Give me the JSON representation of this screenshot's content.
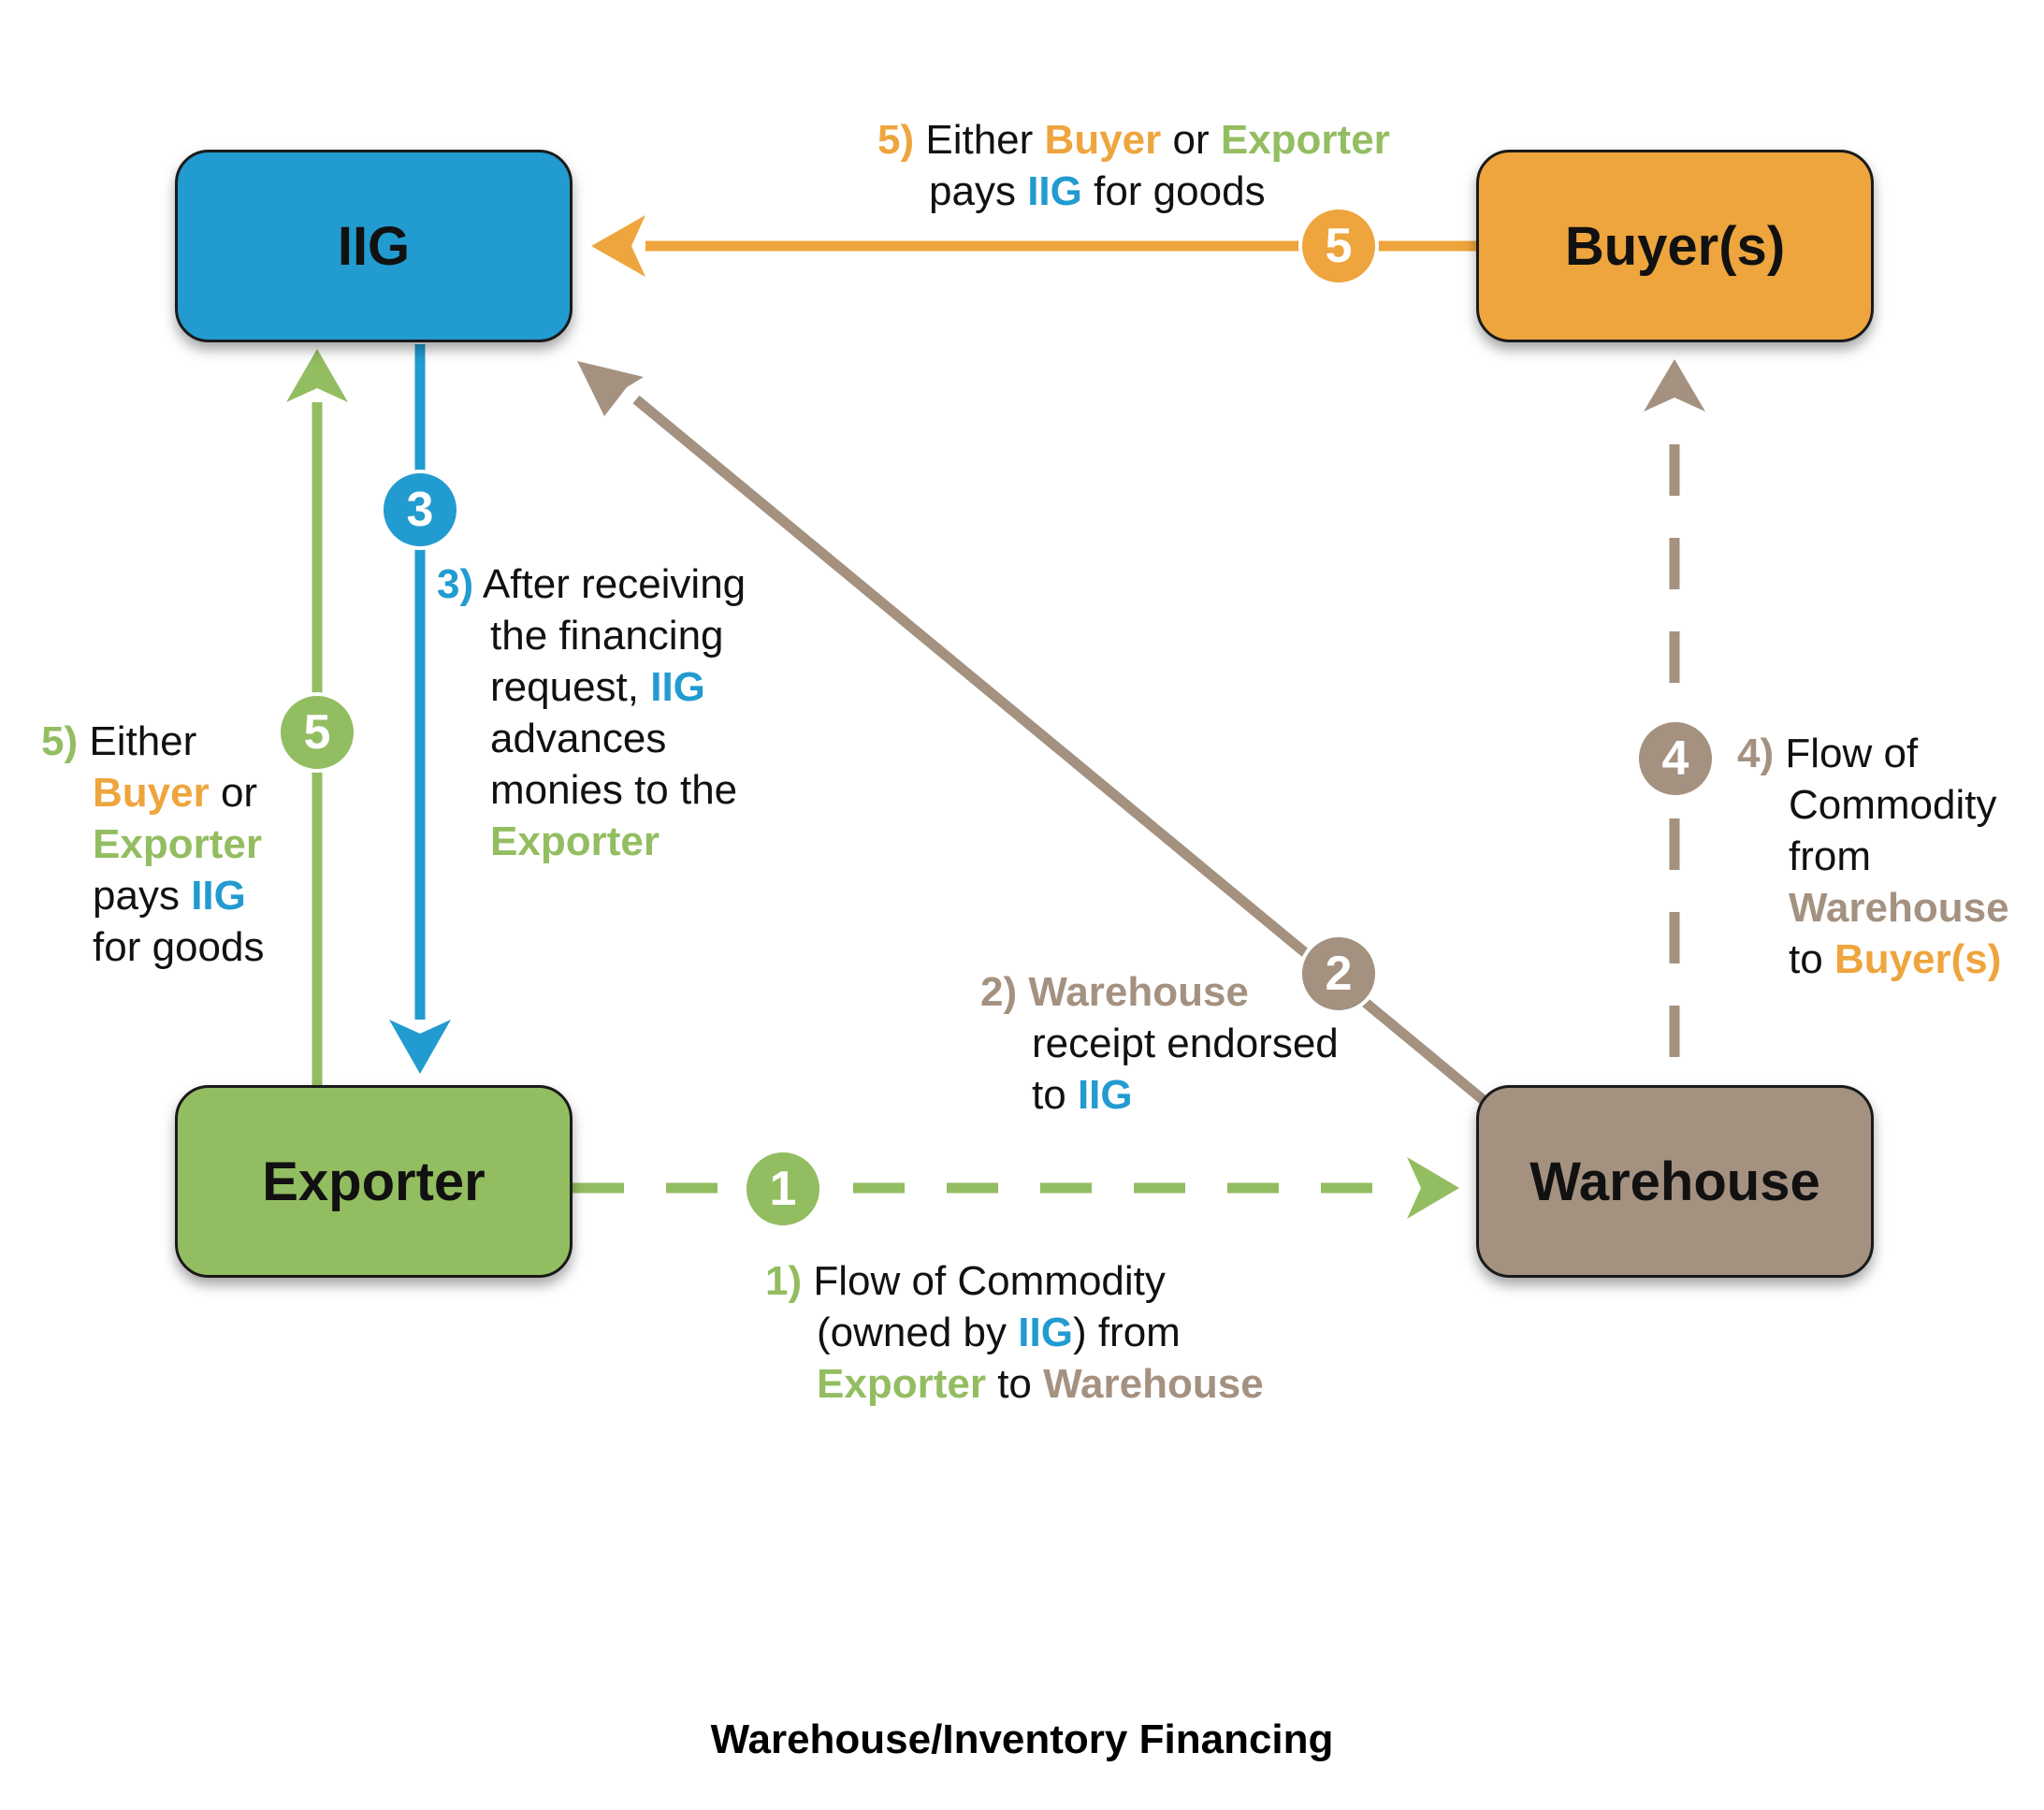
{
  "colors": {
    "iig": "#229bd0",
    "exporter": "#93bd61",
    "buyer": "#eea53d",
    "warehouse": "#a49180"
  },
  "nodes": {
    "iig": "IIG",
    "buyers": "Buyer(s)",
    "exporter": "Exporter",
    "warehouse": "Warehouse"
  },
  "badges": {
    "step1": "1",
    "step2": "2",
    "step3": "3",
    "step4": "4",
    "step5_top": "5",
    "step5_left": "5"
  },
  "labels": {
    "step5_top": {
      "num": "5)",
      "w1": "Either",
      "w2": "Buyer",
      "w3": "or",
      "w4": "Exporter",
      "w5": "pays",
      "w6": "IIG",
      "w7": "for goods"
    },
    "step5_left": {
      "num": "5)",
      "w1": "Either",
      "w2": "Buyer",
      "w3": "or",
      "w4": "Exporter",
      "w5": "pays",
      "w6": "IIG",
      "w7": "for goods"
    },
    "step3": {
      "num": "3)",
      "l1": "After receiving",
      "l2": "the financing",
      "l3a": "request,",
      "l3b": "IIG",
      "l4": "advances",
      "l5": "monies to the",
      "l6": "Exporter"
    },
    "step2": {
      "num": "2)",
      "l1": "Warehouse",
      "l2": "receipt endorsed",
      "l3a": "to",
      "l3b": "IIG"
    },
    "step4": {
      "num": "4)",
      "l1": "Flow of",
      "l2": "Commodity",
      "l3": "from",
      "l4": "Warehouse",
      "l5a": "to",
      "l5b": "Buyer(s)"
    },
    "step1": {
      "num": "1)",
      "l1": "Flow of Commodity",
      "l2a": "(owned by",
      "l2b": "IIG",
      "l2c": ") from",
      "l3a": "Exporter",
      "l3b": "to",
      "l3c": "Warehouse"
    }
  },
  "title": "Warehouse/Inventory Financing"
}
